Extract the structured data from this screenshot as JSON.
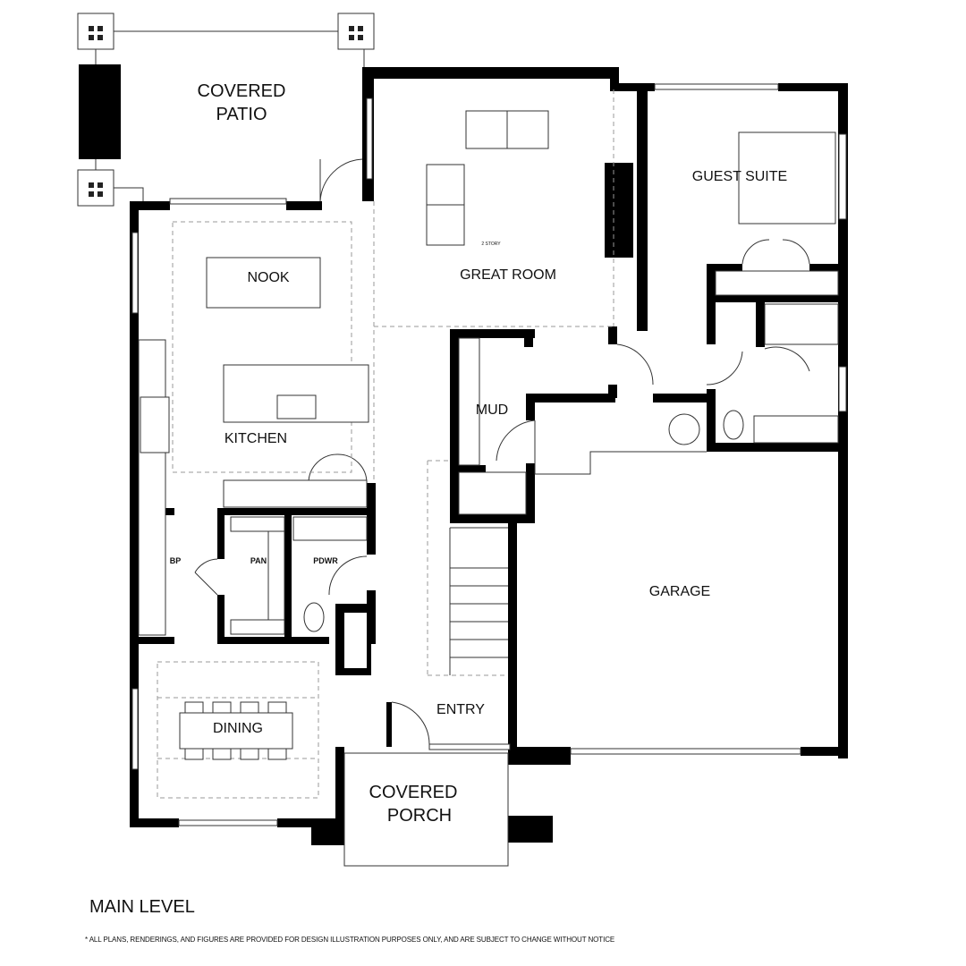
{
  "plan": {
    "title": "MAIN LEVEL",
    "disclaimer": "* ALL PLANS, RENDERINGS, AND FIGURES ARE PROVIDED FOR DESIGN ILLUSTRATION PURPOSES ONLY, AND ARE SUBJECT TO CHANGE WITHOUT NOTICE",
    "rooms": {
      "covered_patio_1": "COVERED",
      "covered_patio_2": "PATIO",
      "great_room": "GREAT ROOM",
      "two_story": "2 STORY",
      "guest_suite": "GUEST SUITE",
      "nook": "NOOK",
      "kitchen": "KITCHEN",
      "mud": "MUD",
      "bp": "BP",
      "pan": "PAN",
      "pdwr": "PDWR",
      "garage": "GARAGE",
      "entry": "ENTRY",
      "dining": "DINING",
      "covered_porch_1": "COVERED",
      "covered_porch_2": "PORCH"
    },
    "colors": {
      "wall": "#000000",
      "line": "#333333",
      "dashed": "#999999"
    }
  }
}
